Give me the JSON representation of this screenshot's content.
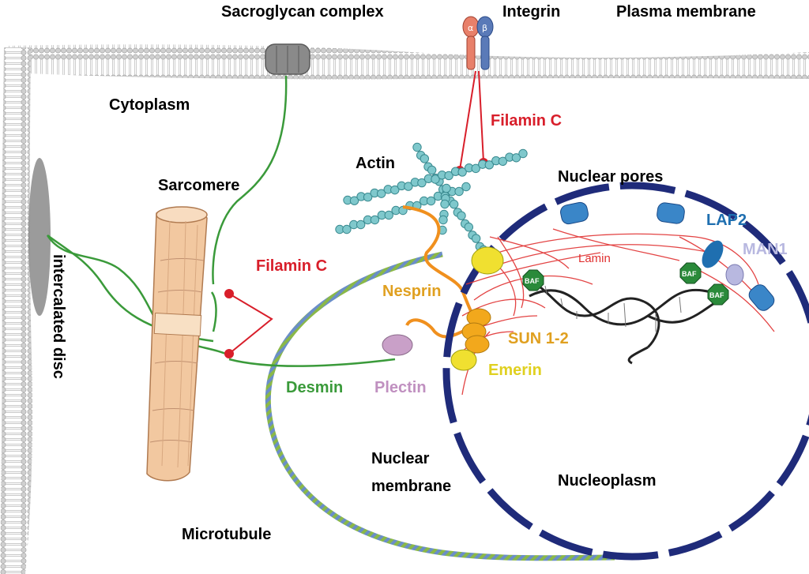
{
  "labels": {
    "sacroglycan_complex": "Sacroglycan complex",
    "integrin": "Integrin",
    "plasma_membrane": "Plasma membrane",
    "cytoplasm": "Cytoplasm",
    "filamin_c_top": "Filamin C",
    "actin": "Actin",
    "nuclear_pores": "Nuclear pores",
    "sarcomere": "Sarcomere",
    "lap2": "LAP2",
    "man1": "MAN1",
    "lamin": "Lamin",
    "filamin_c_left": "Filamin C",
    "nesprin": "Nesprin",
    "intercalated_disc": "intercalated disc",
    "sun12": "SUN 1-2",
    "emerin": "Emerin",
    "desmin": "Desmin",
    "plectin": "Plectin",
    "nuclear_membrane_1": "Nuclear",
    "nuclear_membrane_2": "membrane",
    "nucleoplasm": "Nucleoplasm",
    "microtubule": "Microtubule",
    "integrin_alpha": "α",
    "integrin_beta": "β",
    "baf": "BAF"
  },
  "colors": {
    "membrane": "#c8c8c8",
    "desmin": "#3a9a3a",
    "filamin": "#d81e2a",
    "actin": "#7fc8cc",
    "nesprin": "#f0901e",
    "sun": "#f2a81c",
    "emerin": "#f0e030",
    "plectin": "#c9a0c8",
    "lamin": "#e03030",
    "nuclear_envelope": "#1f2b7a",
    "pore": "#3a86c8",
    "baf": "#2a8a3a",
    "microtubule_a": "#8ab848",
    "microtubule_b": "#6a8ec8",
    "sarcomere": "#f2c8a0",
    "lap2_text": "#1f6fb0",
    "man1_text": "#b8b8e0",
    "sun_text": "#e0a020",
    "emerin_text": "#e0d020",
    "nesprin_text": "#e0a020",
    "plectin_text": "#c090c0",
    "desmin_text": "#3a9a3a",
    "filamin_text": "#d81e2a"
  },
  "icons": [
    "integrin-alpha-icon",
    "integrin-beta-icon",
    "nuclear-pore-icon",
    "baf-icon",
    "dna-helix-icon"
  ]
}
